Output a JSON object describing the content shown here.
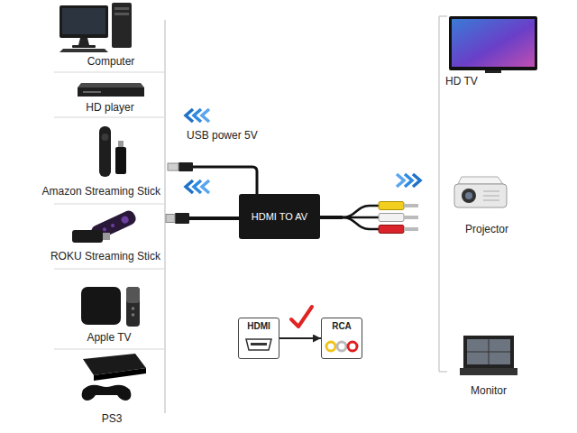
{
  "diagram": {
    "nodes": [
      {
        "text": [
          "HDMI TO AV"
        ]
      },
      {
        "text": [
          "HDMI"
        ]
      },
      {
        "text": [
          "RCA"
        ]
      }
    ],
    "edges": [
      {
        "from": 1,
        "to": 2,
        "arrow": "to"
      }
    ],
    "labels": [
      "Computer",
      "HD player",
      "USB power 5V",
      "Amazon Streaming Stick",
      "ROKU Streaming Stick",
      "Apple TV",
      "PS3",
      "HD TV",
      "Projector",
      "Monitor"
    ]
  }
}
